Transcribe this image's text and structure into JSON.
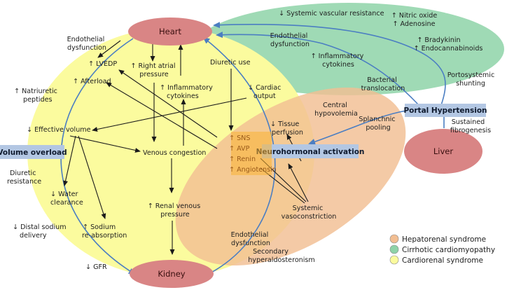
{
  "colors": {
    "hepatorenal": "#f2be92",
    "cirrhotic": "#8ed3a8",
    "cardiorenal": "#fbfb9e",
    "organ": "#d98585",
    "box": "#b3c7e3",
    "arrow_blue": "#4b7ec2",
    "arrow_black": "#1a1a1a"
  },
  "nodes": {
    "heart": "Heart",
    "kidney": "Kidney",
    "liver": "Liver",
    "volume_overload": "Volume overload",
    "neurohormonal": "Neurohormonal activation",
    "portal_hypertension": "Portal Hypertension"
  },
  "labels": {
    "endothelial_dysf_left": [
      "Endothelial",
      "dysfunction"
    ],
    "natriuretic": [
      "↑ Natriuretic",
      "peptides"
    ],
    "diuretic_resistance": [
      "Diuretic",
      "resistance"
    ],
    "distal_sodium": [
      "↓ Distal sodium",
      "delivery"
    ],
    "gfr": "↓ GFR",
    "lvedp": "↑ LVEDP",
    "afterload": "↑ Afterload",
    "right_atrial": [
      "↑ Right atrial",
      "pressure"
    ],
    "inflammatory_yellow": [
      "↑ Inflammatory",
      "cytokines"
    ],
    "diuretic_use": "Diuretic use",
    "cardiac_output": [
      "↓ Cardiac",
      "output"
    ],
    "effective_volume": "↓ Effective volume",
    "venous_congestion": "Venous congestion",
    "water_clearance": [
      "↓ Water",
      "clearance"
    ],
    "sodium_reabsorption": [
      "↑ Sodium",
      "re-absorption"
    ],
    "renal_venous": [
      "↑ Renal venous",
      "pressure"
    ],
    "sns": "↑ SNS",
    "avp": "↑ AVP",
    "renin": "↑ Renin",
    "angiotensin": "↑ Angiotensin",
    "tissue_perfusion": [
      "↓ Tissue",
      "perfusion"
    ],
    "central_hypovolemia": [
      "Central",
      "hypovolemia"
    ],
    "splanchnic_pooling": [
      "Splanchnic",
      "pooling"
    ],
    "systemic_vasoconstriction": [
      "Systemic",
      "vasoconstriction"
    ],
    "endothelial_dysf_bottom": [
      "Endothelial",
      "dysfunction"
    ],
    "secondary_hyperaldo": [
      "Secondary",
      "hyperaldosteronism"
    ],
    "systemic_vascular": "↓ Systemic vascular resistance",
    "nitric_oxide": [
      "↑ Nitric oxide",
      "↑ Adenosine"
    ],
    "bradykinin": [
      "↑ Bradykinin",
      "↑ Endocannabinoids"
    ],
    "endothelial_dysf_green": [
      "Endothelial",
      "dysfunction"
    ],
    "inflammatory_green": [
      "↑ Inflammatory",
      "cytokines"
    ],
    "bacterial_translocation": [
      "Bacterial",
      "translocation"
    ],
    "portosystemic": [
      "Portosystemic",
      "shunting"
    ],
    "sustained_fibrogenesis": [
      "Sustained",
      "fibrogenesis"
    ]
  },
  "legend": [
    {
      "label": "Hepatorenal syndrome",
      "color": "#f2be92"
    },
    {
      "label": "Cirrhotic cardiomyopathy",
      "color": "#8ed3a8"
    },
    {
      "label": "Cardiorenal syndrome",
      "color": "#fbfb9e"
    }
  ]
}
